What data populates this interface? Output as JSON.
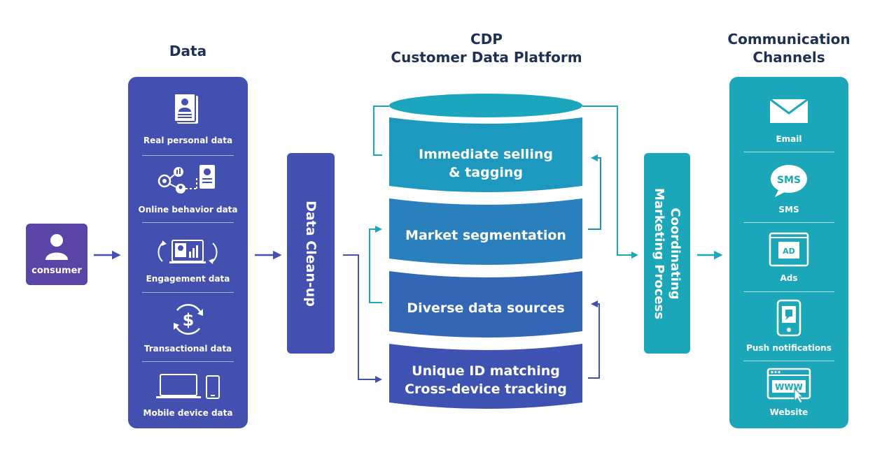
{
  "data_column": {
    "title": "Data",
    "items": [
      {
        "label": "Real personal data",
        "icon": "profile-document-icon"
      },
      {
        "label": "Online behavior data",
        "icon": "network-icon"
      },
      {
        "label": "Engagement data",
        "icon": "analytics-icon"
      },
      {
        "label": "Transactional data",
        "icon": "dollar-cycle-icon"
      },
      {
        "label": "Mobile device data",
        "icon": "devices-icon"
      }
    ]
  },
  "consumer": {
    "label": "consumer",
    "icon": "person-icon"
  },
  "cleanup": {
    "label": "Data Clean-up"
  },
  "cdp": {
    "title_line1": "CDP",
    "title_line2": "Customer Data Platform",
    "layers": [
      {
        "line1": "Immediate selling",
        "line2": "& tagging"
      },
      {
        "line1": "Market segmentation"
      },
      {
        "line1": "Diverse data sources"
      },
      {
        "line1": "Unique ID matching",
        "line2": "Cross-device tracking"
      }
    ]
  },
  "coordinating": {
    "line1": "Coordinating",
    "line2": "Marketing Process"
  },
  "channels": {
    "title_line1": "Communication",
    "title_line2": "Channels",
    "items": [
      {
        "label": "Email",
        "icon": "envelope-icon"
      },
      {
        "label": "SMS",
        "icon": "sms-bubble-icon",
        "badge": "SMS"
      },
      {
        "label": "Ads",
        "icon": "ad-screen-icon",
        "badge": "AD"
      },
      {
        "label": "Push notifications",
        "icon": "phone-notification-icon"
      },
      {
        "label": "Website",
        "icon": "browser-icon",
        "badge": "WWW"
      }
    ]
  },
  "colors": {
    "navy_text": "#1f3153",
    "data_blue": "#4350b0",
    "consumer_purple": "#5a44a6",
    "cdp_teal_top": "#1b9fbe",
    "cdp_blue_bottom": "#3a4fb0",
    "channel_teal": "#1ba7b9"
  }
}
